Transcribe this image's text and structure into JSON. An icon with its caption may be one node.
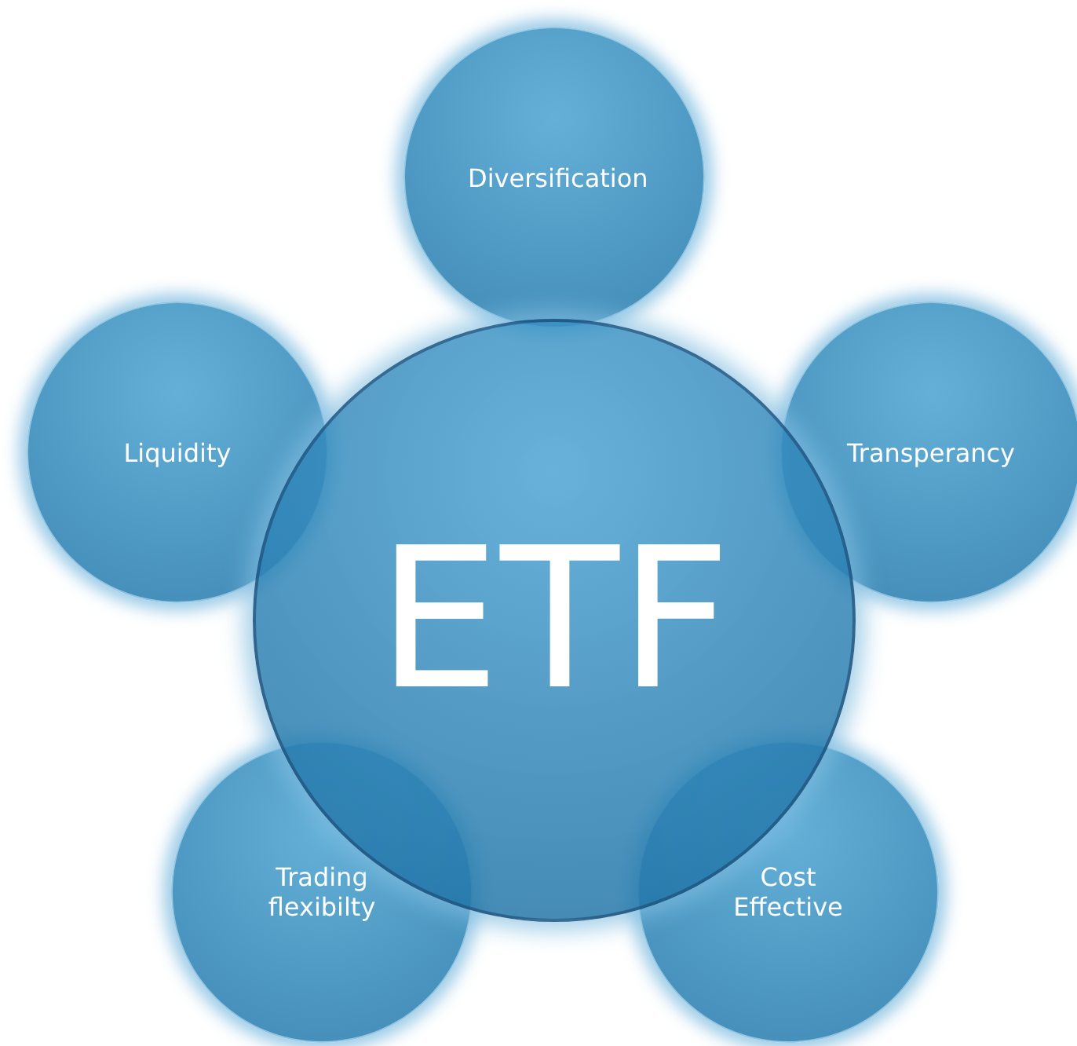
{
  "diagram": {
    "nodes": [
      {
        "text": [
          "ETF"
        ]
      },
      {
        "text": [
          "Diversification"
        ]
      },
      {
        "text": [
          "Liquidity"
        ]
      },
      {
        "text": [
          "Transperancy"
        ]
      },
      {
        "text": [
          "Trading flexibilty"
        ]
      },
      {
        "text": [
          "Cost Effective"
        ]
      }
    ]
  }
}
